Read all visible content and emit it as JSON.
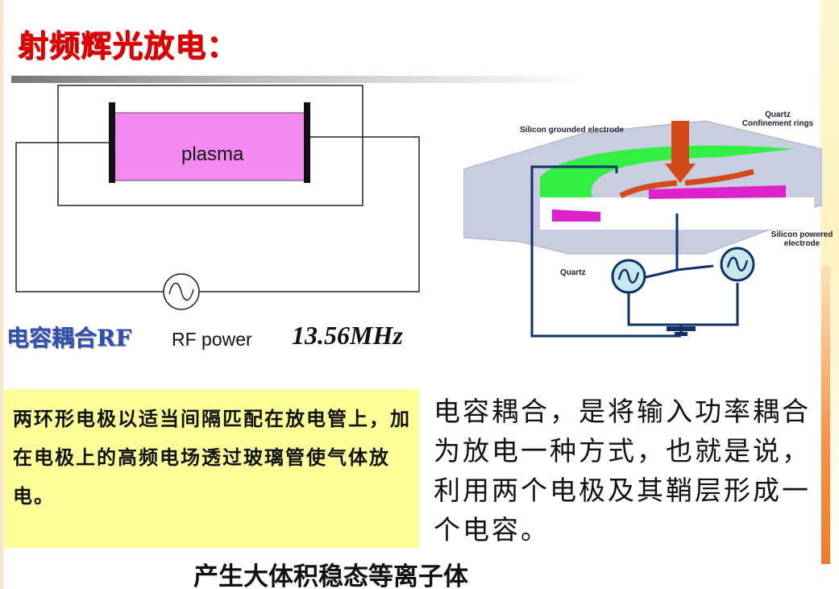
{
  "title": "射频辉光放电：",
  "circuit": {
    "plasma_label": "plasma",
    "ac_source_icon": "ac-source-icon"
  },
  "caption": {
    "coupling": "电容耦合RF",
    "rf_power": "RF power",
    "frequency": "13.56MHz"
  },
  "diagram": {
    "labels": {
      "grounded": "Silicon grounded electrode",
      "quartz_rings_1": "Quartz",
      "quartz_rings_2": "Confinement rings",
      "powered_1": "Silicon powered",
      "powered_2": "electrode",
      "quartz": "Quartz"
    },
    "colors": {
      "green": "#33ee44",
      "magenta": "#dd22cc",
      "arrow": "#d24a1a",
      "wire": "#10306a",
      "body": "#c8cde0"
    }
  },
  "yellow_box": {
    "text": "两环形电极以适当间隔匹配在放电管上，加在电极上的高频电场透过玻璃管使气体放电。"
  },
  "right_text": "电容耦合，是将输入功率耦合为放电一种方式，也就是说，利用两个电极及其鞘层形成一个电容。",
  "bottom": "产生大体积稳态等离子体"
}
